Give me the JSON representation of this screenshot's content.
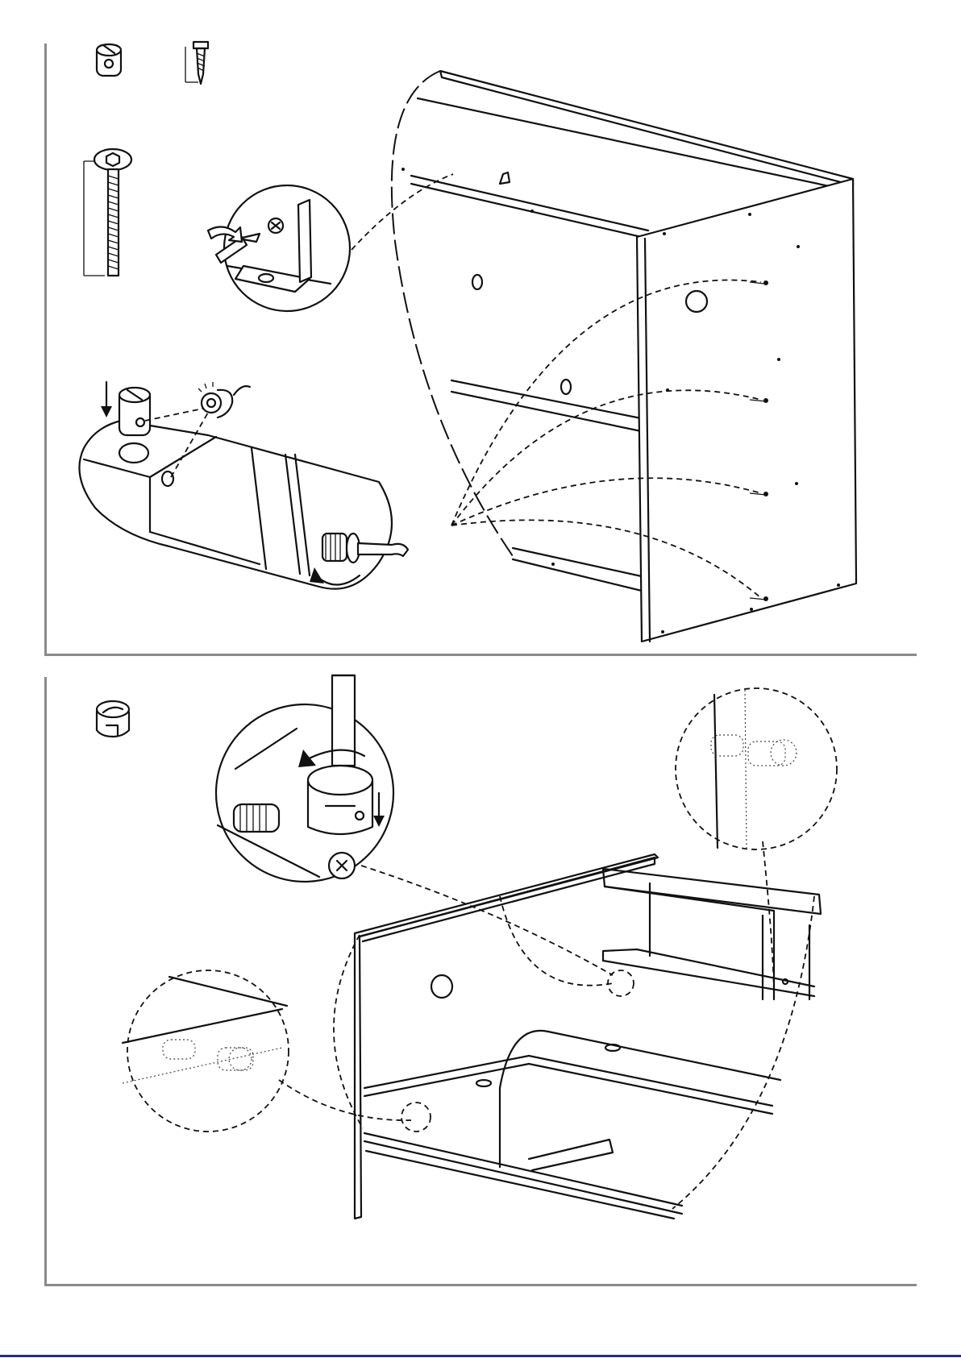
{
  "document": {
    "kind": "assembly-instructions",
    "steps": [
      {
        "id": "step-a",
        "parts": [
          {
            "name": "cross-dowel-barrel-nut",
            "icon": "barrel-nut-icon"
          },
          {
            "name": "wood-screw",
            "icon": "wood-screw-icon"
          },
          {
            "name": "hex-bolt",
            "icon": "hex-bolt-icon"
          }
        ],
        "details": [
          "bracket-screw-detail",
          "barrel-nut-insert-detail"
        ]
      },
      {
        "id": "step-b",
        "parts": [
          {
            "name": "cam-lock",
            "icon": "cam-lock-icon"
          }
        ],
        "details": [
          "cam-lock-tighten-detail",
          "cam-dowel-top-detail",
          "cam-dowel-bottom-detail"
        ]
      }
    ],
    "colors": {
      "line": "#111111",
      "frame": "#8a8a8a",
      "footer_rule": "#1c2f8a"
    }
  }
}
